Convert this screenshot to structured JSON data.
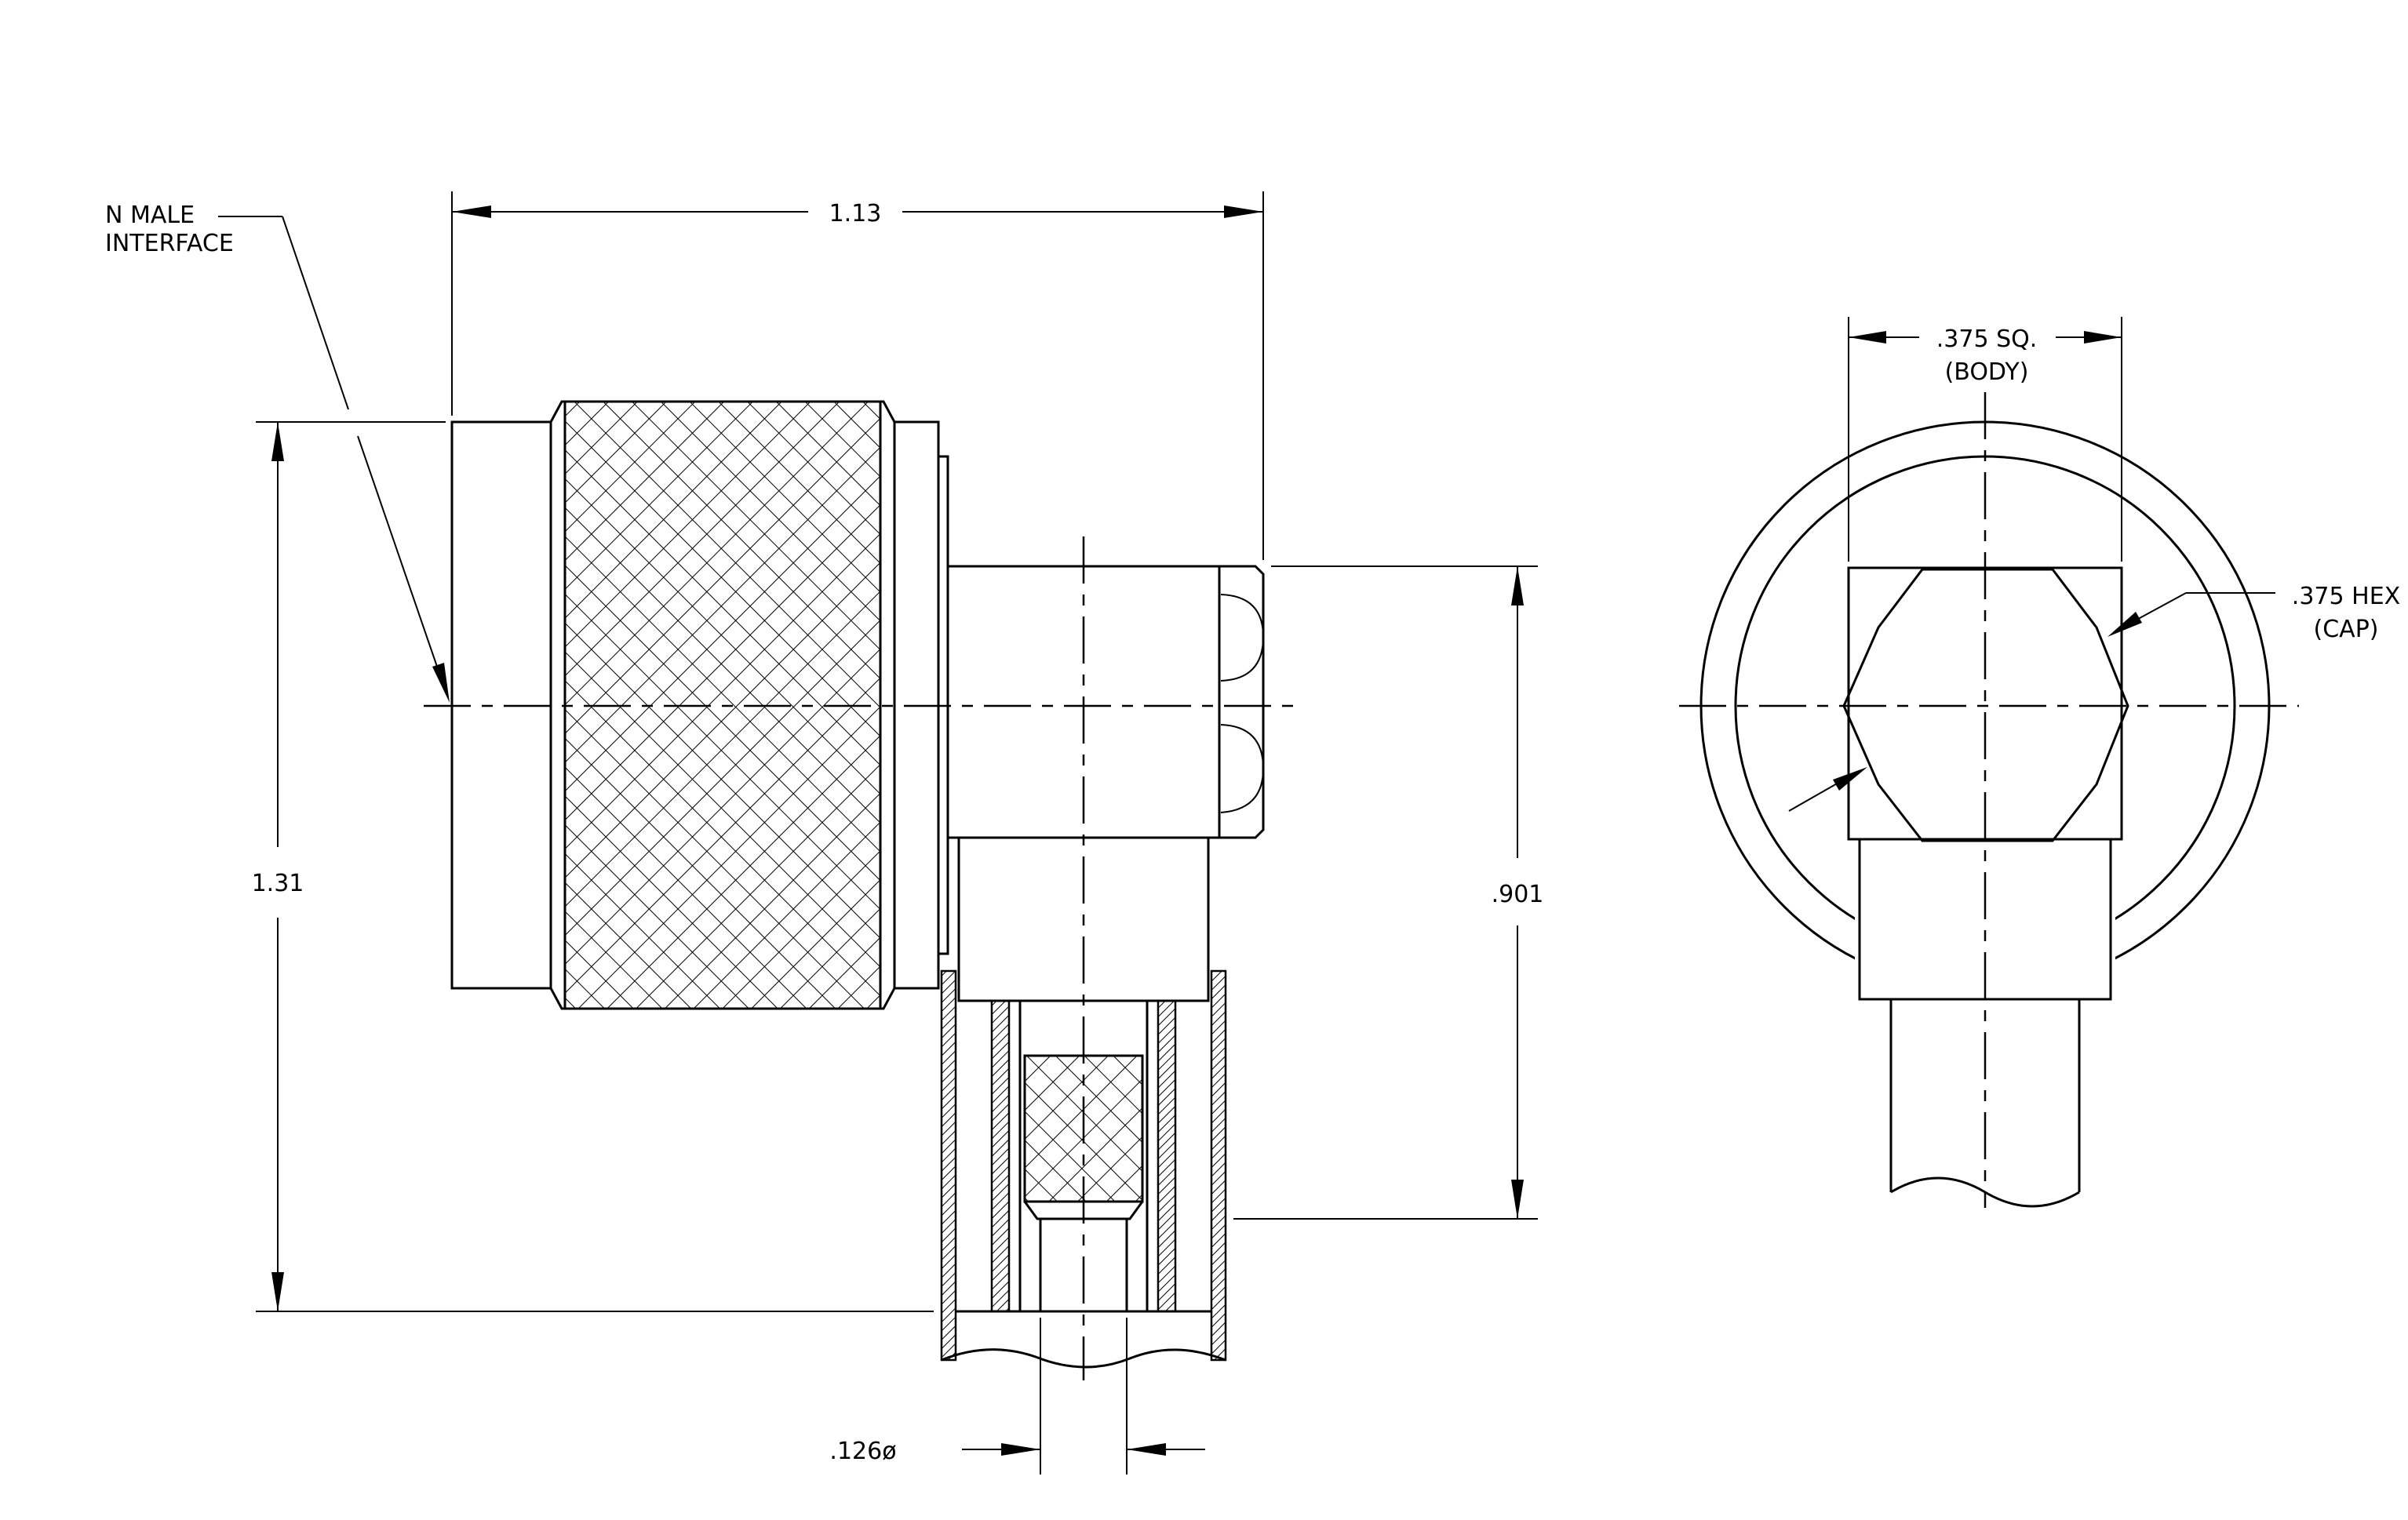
{
  "labels": {
    "interface_line1": "N MALE",
    "interface_line2": "INTERFACE",
    "dim_length": "1.13",
    "dim_height": "1.31",
    "dim_drop": ".901",
    "dim_pin": ".126ø",
    "dim_square_line1": ".375 SQ.",
    "dim_square_line2": "(BODY)",
    "dim_hex_line1": ".375 HEX",
    "dim_hex_line2": "(CAP)"
  },
  "colors": {
    "line": "#000000",
    "background": "#ffffff"
  }
}
